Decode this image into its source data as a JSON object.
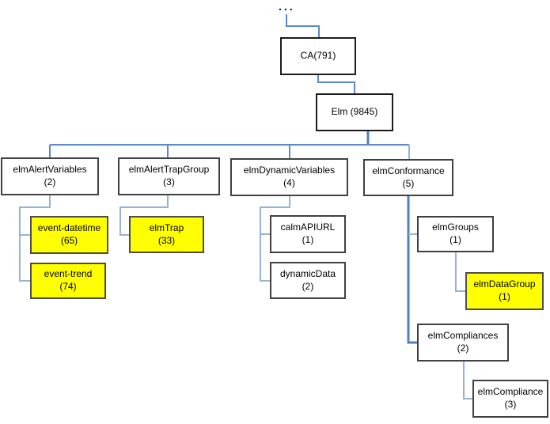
{
  "root_ellipsis": "...",
  "colors": {
    "connector_light": "#95b3d7",
    "connector_medium": "#5b8ac6",
    "connector_dark": "#4f81bd",
    "highlight_fill": "#ffff00",
    "box_border": "#404040"
  },
  "nodes": {
    "ca": {
      "label": "CA(791)"
    },
    "elm": {
      "label": "Elm (9845)"
    },
    "elm_alert_variables": {
      "label": "elmAlertVariables",
      "count": "(2)"
    },
    "elm_alert_trap_group": {
      "label": "elmAlertTrapGroup",
      "count": "(3)"
    },
    "elm_dynamic_variables": {
      "label": "elmDynamicVariables",
      "count": "(4)"
    },
    "elm_conformance": {
      "label": "elmConformance",
      "count": "(5)"
    },
    "event_datetime": {
      "label": "event-datetime",
      "count": "(65)",
      "highlighted": true
    },
    "event_trend": {
      "label": "event-trend",
      "count": "(74)",
      "highlighted": true
    },
    "elm_trap": {
      "label": "elmTrap",
      "count": "(33)",
      "highlighted": true
    },
    "calm_apiurl": {
      "label": "calmAPIURL",
      "count": "(1)"
    },
    "dynamic_data": {
      "label": "dynamicData",
      "count": "(2)"
    },
    "elm_groups": {
      "label": "elmGroups",
      "count": "(1)"
    },
    "elm_data_group": {
      "label": "elmDataGroup",
      "count": "(1)",
      "highlighted": true
    },
    "elm_compliances": {
      "label": "elmCompliances",
      "count": "(2)"
    },
    "elm_compliance": {
      "label": "elmCompliance",
      "count": "(3)"
    }
  },
  "hierarchy": {
    "...": [
      "CA(791)"
    ],
    "CA(791)": [
      "Elm (9845)"
    ],
    "Elm (9845)": [
      "elmAlertVariables",
      "elmAlertTrapGroup",
      "elmDynamicVariables",
      "elmConformance"
    ],
    "elmAlertVariables": [
      "event-datetime",
      "event-trend"
    ],
    "elmAlertTrapGroup": [
      "elmTrap"
    ],
    "elmDynamicVariables": [
      "calmAPIURL",
      "dynamicData"
    ],
    "elmConformance": [
      "elmGroups",
      "elmCompliances"
    ],
    "elmGroups": [
      "elmDataGroup"
    ],
    "elmCompliances": [
      "elmCompliance"
    ]
  }
}
